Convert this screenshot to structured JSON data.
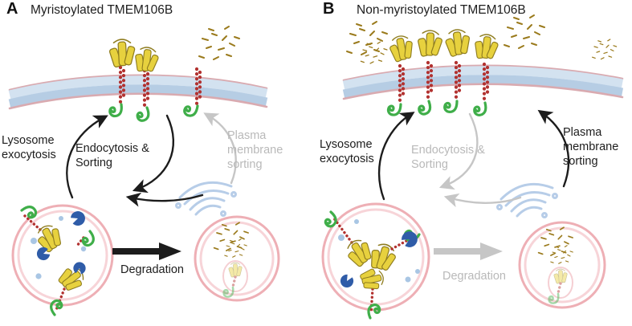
{
  "figure": {
    "panels": [
      {
        "letter": "A",
        "title": "Myristoylated TMEM106B",
        "labels": {
          "lysosome_exocytosis": "Lysosome exocytosis",
          "endocytosis_sorting": "Endocytosis & Sorting",
          "plasma_membrane_sorting": "Plasma membrane sorting",
          "degradation": "Degradation"
        }
      },
      {
        "letter": "B",
        "title": "Non-myristoylated TMEM106B",
        "labels": {
          "lysosome_exocytosis": "Lysosome exocytosis",
          "endocytosis_sorting": "Endocytosis & Sorting",
          "plasma_membrane_sorting": "Plasma membrane sorting",
          "degradation": "Degradation"
        }
      }
    ]
  },
  "colors": {
    "membrane_fill": "#d3e2f0",
    "membrane_fill_dark": "#b6cde4",
    "membrane_edge": "#d9aab0",
    "protein_yellow": "#e7d13e",
    "protein_yellow_dark": "#8f7d20",
    "tm_red": "#b23230",
    "hook_green": "#3fae49",
    "enzyme_blue": "#2f5ca8",
    "vesicle_blue": "#a9c6e4",
    "lysosome_pink": "#eeafb5",
    "lysosome_pink_light": "#f7d4d8",
    "debris_gold": "#9a7a1c",
    "golgi_blue": "#b7cde8",
    "arrow_black": "#1c1c1c",
    "arrow_gray": "#c6c6c6",
    "text_black": "#1d1d1d",
    "text_gray": "#b9b9b9"
  }
}
